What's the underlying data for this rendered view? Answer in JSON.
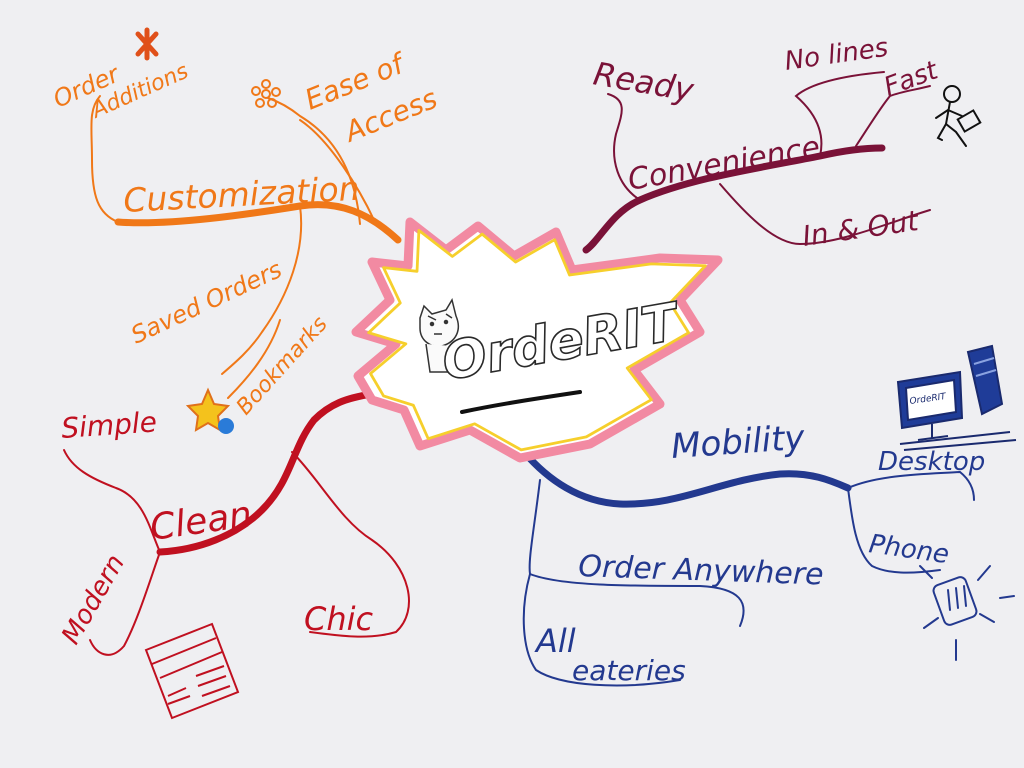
{
  "center": {
    "title": "OrdeRIT"
  },
  "branches": {
    "customization": {
      "label": "Customization",
      "color": "#f07818",
      "children": {
        "order_additions": "Order Additions",
        "ease_of_access": "Ease of Access",
        "saved_orders": "Saved Orders",
        "bookmarks": "Bookmarks"
      }
    },
    "convenience": {
      "label": "Convenience",
      "color": "#7a1238",
      "children": {
        "ready": "Ready",
        "no_lines": "No lines",
        "fast": "Fast",
        "in_and_out": "In & Out"
      }
    },
    "clean": {
      "label": "Clean",
      "color": "#c01020",
      "children": {
        "simple": "Simple",
        "modern": "Modern",
        "chic": "Chic"
      }
    },
    "mobility": {
      "label": "Mobility",
      "color": "#23398f",
      "children": {
        "desktop": "Desktop",
        "phone": "Phone",
        "order_anywhere": "Order Anywhere",
        "all_eateries": "All eateries"
      }
    }
  },
  "icons": {
    "monitor_screen_label": "OrdeRIT"
  }
}
